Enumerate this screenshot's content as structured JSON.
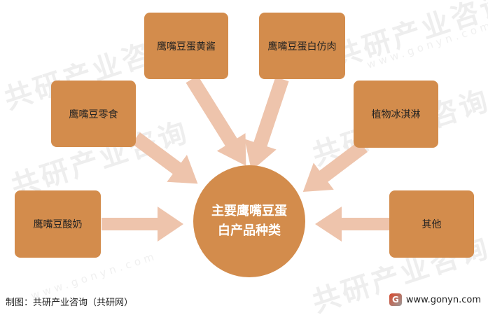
{
  "watermark": {
    "text": "共研产业咨询",
    "url": "www.gonyn.com"
  },
  "center": {
    "line1": "主要鹰嘴豆蛋",
    "line2": "白产品种类"
  },
  "categories": [
    {
      "label": "鹰嘴豆酸奶"
    },
    {
      "label": "鹰嘴豆零食"
    },
    {
      "label": "鹰嘴豆蛋黄酱"
    },
    {
      "label": "鹰嘴豆蛋白仿肉"
    },
    {
      "label": "植物冰淇淋"
    },
    {
      "label": "其他"
    }
  ],
  "footer": {
    "source": "制图：共研产业咨询（共研网）",
    "logo_letter": "G",
    "website": "www.gonyn.com"
  },
  "colors": {
    "box": "#d38c4c",
    "arrow": "#eec4ac",
    "watermark": "#eeeeee"
  }
}
